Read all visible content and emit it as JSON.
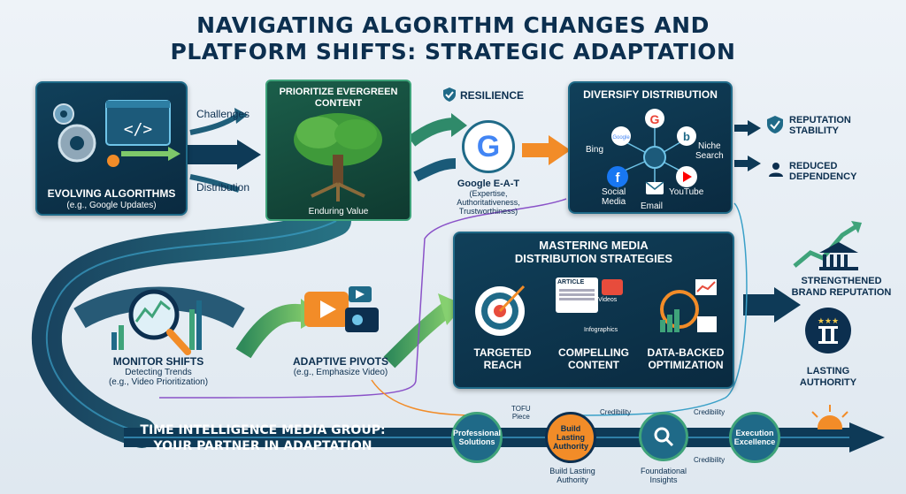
{
  "title_line1": "NAVIGATING ALGORITHM CHANGES AND",
  "title_line2": "PLATFORM SHIFTS: STRATEGIC ADAPTATION",
  "evolving": {
    "label": "EVOLVING ALGORITHMS",
    "sub": "(e.g., Google Updates)"
  },
  "challenges": "Challenges",
  "distribution": "Distribution",
  "evergreen": {
    "title": "PRIORITIZE EVERGREEN CONTENT",
    "caption": "Enduring Value"
  },
  "resilience": "RESILIENCE",
  "eat": {
    "title": "Google E-A-T",
    "sub1": "(Expertise,",
    "sub2": "Authoritativeness,",
    "sub3": "Trustworthiness)"
  },
  "diversify": {
    "title": "DIVERSIFY DISTRIBUTION",
    "bing": "Bing",
    "niche1": "Niche",
    "niche2": "Search",
    "social1": "Social",
    "social2": "Media",
    "youtube": "YouTube",
    "email": "Email"
  },
  "reputation1": "REPUTATION",
  "reputation2": "STABILITY",
  "reduced1": "REDUCED",
  "reduced2": "DEPENDENCY",
  "mastering": {
    "title1": "MASTERING MEDIA",
    "title2": "DISTRIBUTION STRATEGIES",
    "targeted1": "TARGETED",
    "targeted2": "REACH",
    "compelling1": "COMPELLING",
    "compelling2": "CONTENT",
    "article": "ARTICLE",
    "videos": "Videos",
    "infographics": "Infographics",
    "data1": "DATA-BACKED",
    "data2": "OPTIMIZATION"
  },
  "strengthened1": "STRENGTHENED",
  "strengthened2": "BRAND REPUTATION",
  "lasting1": "LASTING",
  "lasting2": "AUTHORITY",
  "monitor": {
    "title": "MONITOR SHIFTS",
    "sub1": "Detecting Trends",
    "sub2": "(e.g., Video Prioritization)"
  },
  "adaptive": {
    "title": "ADAPTIVE PIVOTS",
    "sub": "(e.g., Emphasize Video)"
  },
  "partner1": "TIME INTELLIGENCE MEDIA GROUP:",
  "partner2": "YOUR PARTNER IN ADAPTATION",
  "timeline": {
    "professional1": "Professional",
    "professional2": "Solutions",
    "tofu1": "TOFU",
    "tofu2": "Piece",
    "build1": "Build",
    "build2": "Lasting",
    "build3": "Authority",
    "credibility": "Credibility",
    "buildBelow1": "Build Lasting",
    "buildBelow2": "Authority",
    "foundational1": "Foundational",
    "foundational2": "Insights",
    "execution1": "Execution",
    "execution2": "Excellence"
  },
  "colors": {
    "navy": "#0c2f4f",
    "teal": "#1f6a88",
    "green": "#3fa37a",
    "orange": "#f28c28"
  }
}
